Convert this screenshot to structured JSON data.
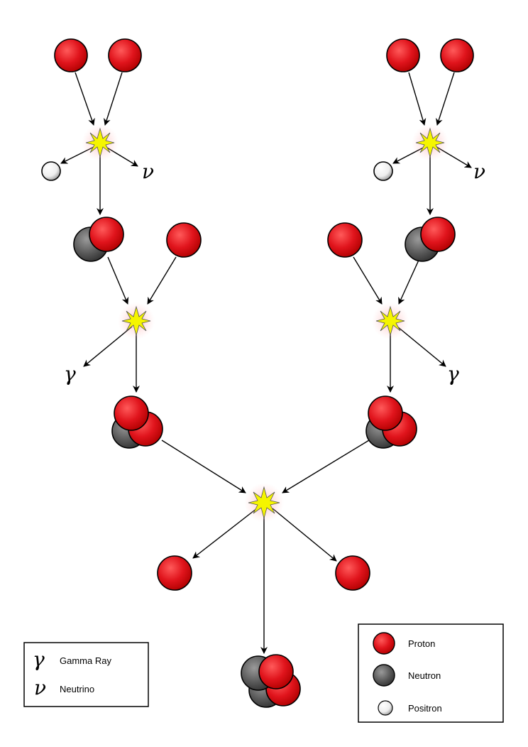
{
  "symbols": {
    "gamma": "γ",
    "neutrino": "ν"
  },
  "legend_left": {
    "items": [
      {
        "symbol": "γ",
        "label": "Gamma Ray"
      },
      {
        "symbol": "ν",
        "label": "Neutrino"
      }
    ]
  },
  "legend_right": {
    "items": [
      {
        "kind": "proton",
        "label": "Proton"
      },
      {
        "kind": "neutron",
        "label": "Neutron"
      },
      {
        "kind": "positron",
        "label": "Positron"
      }
    ]
  },
  "colors": {
    "proton": "#e0141c",
    "neutron": "#555555",
    "positron": "#f2f2f2",
    "flash": "#f5f500",
    "arrow": "#000000"
  }
}
